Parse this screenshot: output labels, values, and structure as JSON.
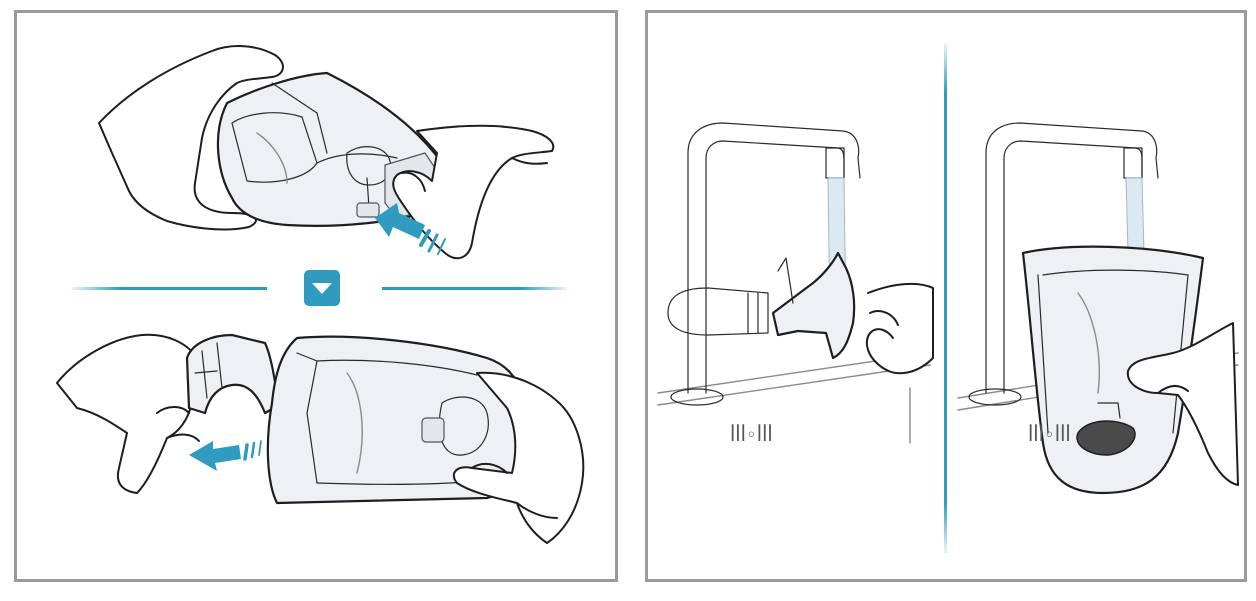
{
  "accent_color": "#2f9bbf",
  "border_color": "#9a9a9a",
  "panels": [
    {
      "id": "left",
      "steps": [
        "press-release-tab",
        "pull-out-filter"
      ],
      "separator_icon": "chevron-down-icon"
    },
    {
      "id": "right",
      "steps": [
        "rinse-filter-under-tap",
        "rinse-container-under-tap"
      ]
    }
  ],
  "sink_label": "ꟾꟾꟾ◦ꟾꟾꟾ"
}
